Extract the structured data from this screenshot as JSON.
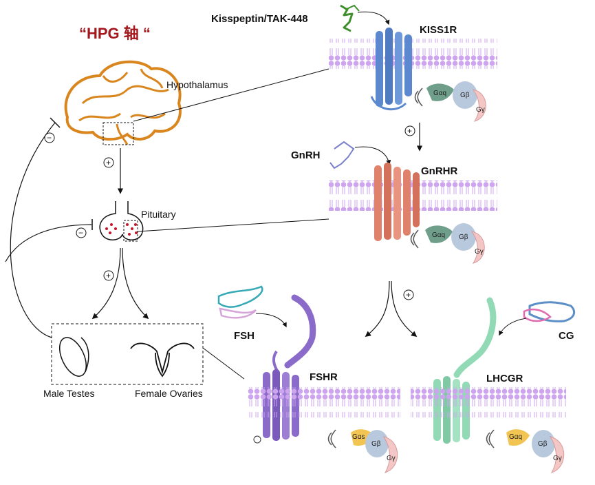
{
  "title": "“HPG 轴 “",
  "labels": {
    "hypothalamus": "Hypothalamus",
    "pituitary": "Pituitary",
    "male_testes": "Male Testes",
    "female_ovaries": "Female Ovaries",
    "kisspeptin": "Kisspeptin/TAK-448",
    "kiss1r": "KISS1R",
    "gnrh": "GnRH",
    "gnrhr": "GnRHR",
    "fsh": "FSH",
    "fshr": "FSHR",
    "cg": "CG",
    "lhcgr": "LHCGR"
  },
  "signs": {
    "plus": "+",
    "minus": "−"
  },
  "g_protein": {
    "alpha_q": "Gαq",
    "alpha_s": "Gαs",
    "beta": "Gβ",
    "gamma": "Gγ"
  },
  "colors": {
    "title": "#a3171d",
    "brain_fill": "#ffffff",
    "brain_stroke": "#d9861e",
    "membrane": "#cda4ee",
    "kiss1r": "#5b88cf",
    "gnrhr": "#e0826b",
    "fshr": "#8b6bc9",
    "lhcgr": "#92d9b6",
    "g_alpha_q": "#6f9f8a",
    "g_alpha_s": "#f2c552",
    "g_beta": "#b8c9dd",
    "g_gamma": "#f2c7c5",
    "ligand_kisspeptin": "#3f8f2c",
    "ligand_gnrh": "#7a7fcb",
    "ligand_fsh": "#36a9b4",
    "ligand_cg": "#e06bb0"
  }
}
